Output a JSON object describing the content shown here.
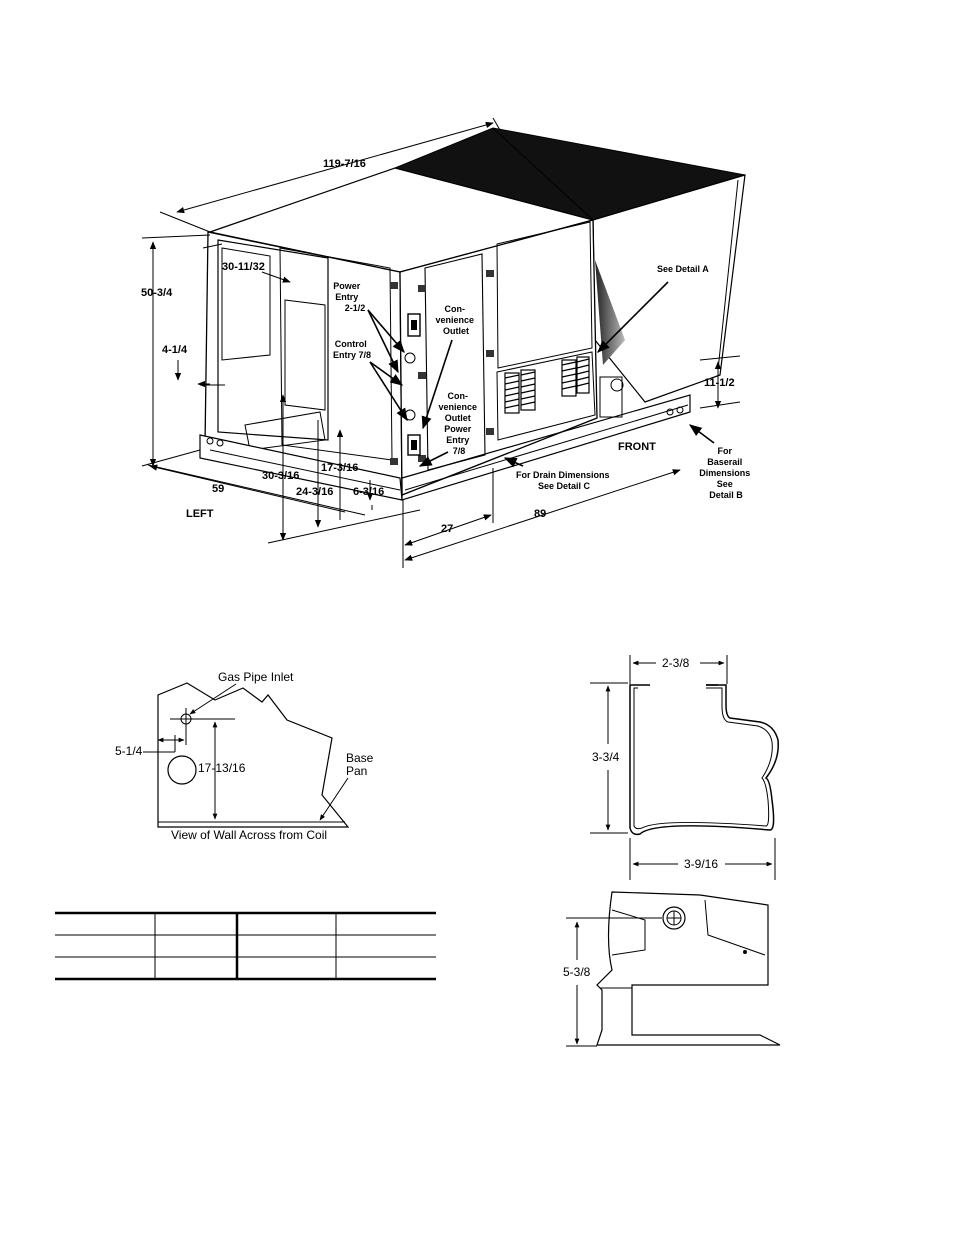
{
  "unit_view": {
    "dims": {
      "overall_length": "119-7/16",
      "height": "50-3/4",
      "top_offset": "30-11/32",
      "left_offset": "4-1/4",
      "depth": "59",
      "d_30_3_16": "30-3/16",
      "d_24_3_16": "24-3/16",
      "d_17_3_16": "17-3/16",
      "d_6_3_16": "6-3/16",
      "d_27": "27",
      "d_89": "89",
      "d_11_1_2": "11-1/2"
    },
    "labels": {
      "power_entry": [
        "Power",
        "Entry",
        "2-1/2"
      ],
      "control_entry": [
        "Control",
        "Entry 7/8"
      ],
      "conv_outlet_top": [
        "Con-",
        "venience",
        "Outlet"
      ],
      "conv_outlet_power": [
        "Con-",
        "venience",
        "Outlet",
        "Power",
        "Entry",
        "7/8"
      ],
      "see_detail_a": "See Detail A",
      "front": "FRONT",
      "left": "LEFT",
      "drain": [
        "For Drain Dimensions",
        "See Detail C"
      ],
      "baserail": [
        "For",
        "Baserail",
        "Dimensions",
        "See",
        "Detail B"
      ]
    }
  },
  "detail_gas": {
    "gas_pipe_inlet": "Gas Pipe Inlet",
    "dim_horizontal": "5-1/4",
    "dim_vertical": "17-13/16",
    "base_pan": [
      "Base",
      "Pan"
    ],
    "caption": "View of Wall Across from Coil"
  },
  "detail_rail": {
    "width_top": "2-3/8",
    "height": "3-3/4",
    "width_bottom": "3-9/16"
  },
  "detail_drain": {
    "height": "5-3/8"
  },
  "table": {
    "rows": [
      [
        "",
        "",
        "",
        ""
      ],
      [
        "",
        "",
        "",
        ""
      ]
    ]
  }
}
